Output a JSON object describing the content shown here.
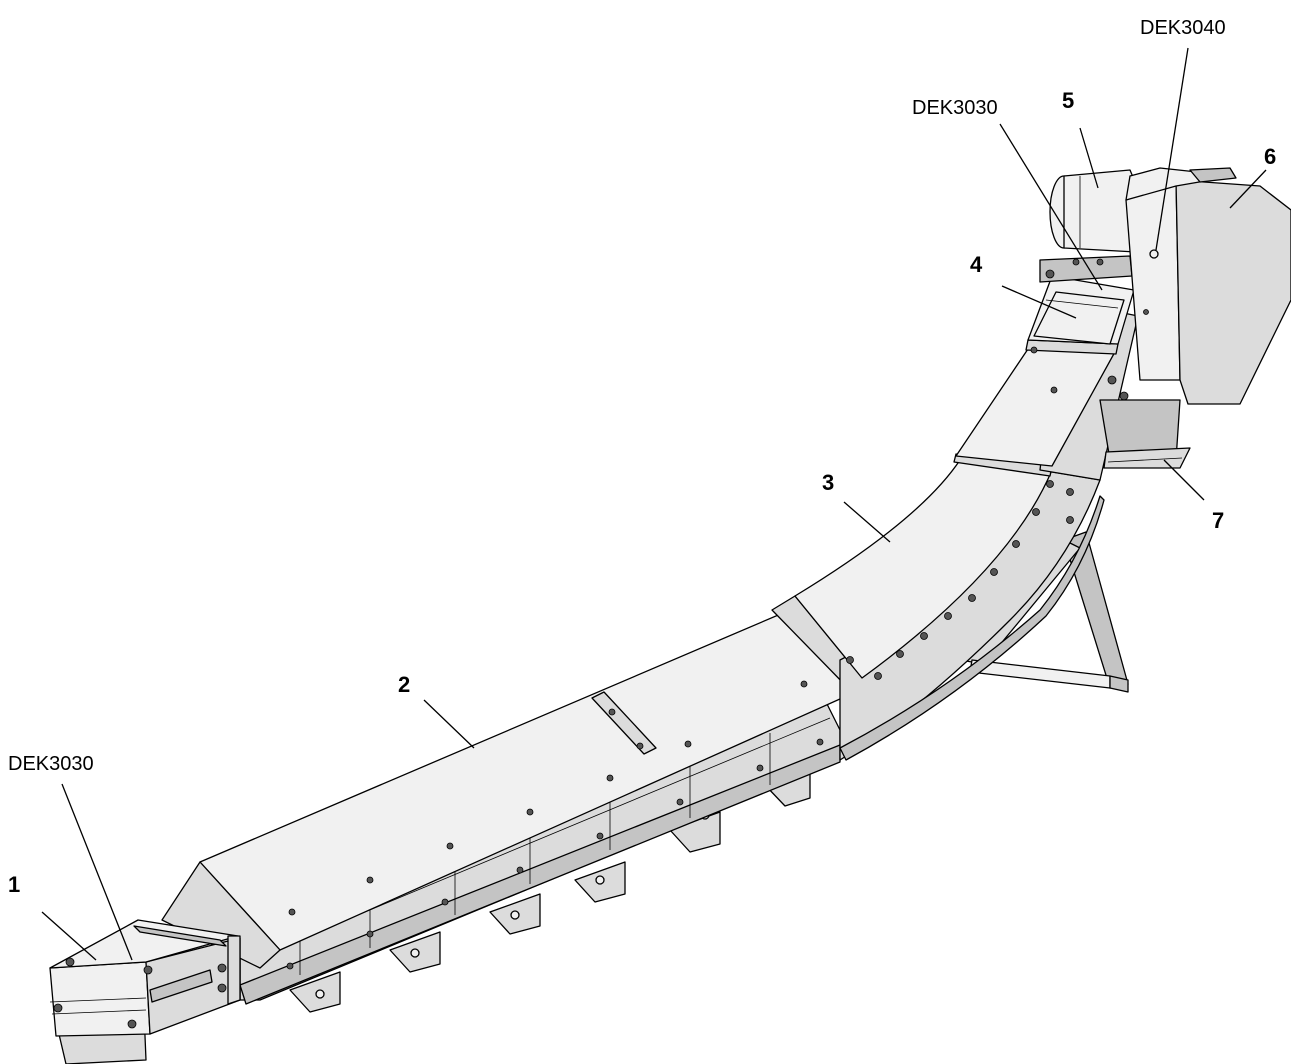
{
  "figure": {
    "callouts": [
      {
        "id": "1",
        "text": "1"
      },
      {
        "id": "2",
        "text": "2"
      },
      {
        "id": "3",
        "text": "3"
      },
      {
        "id": "4",
        "text": "4"
      },
      {
        "id": "5",
        "text": "5"
      },
      {
        "id": "6",
        "text": "6"
      },
      {
        "id": "7",
        "text": "7"
      }
    ],
    "references": [
      {
        "id": "dek3030-left",
        "text": "DEK3030"
      },
      {
        "id": "dek3030-top",
        "text": "DEK3030"
      },
      {
        "id": "dek3040",
        "text": "DEK3040"
      }
    ]
  }
}
